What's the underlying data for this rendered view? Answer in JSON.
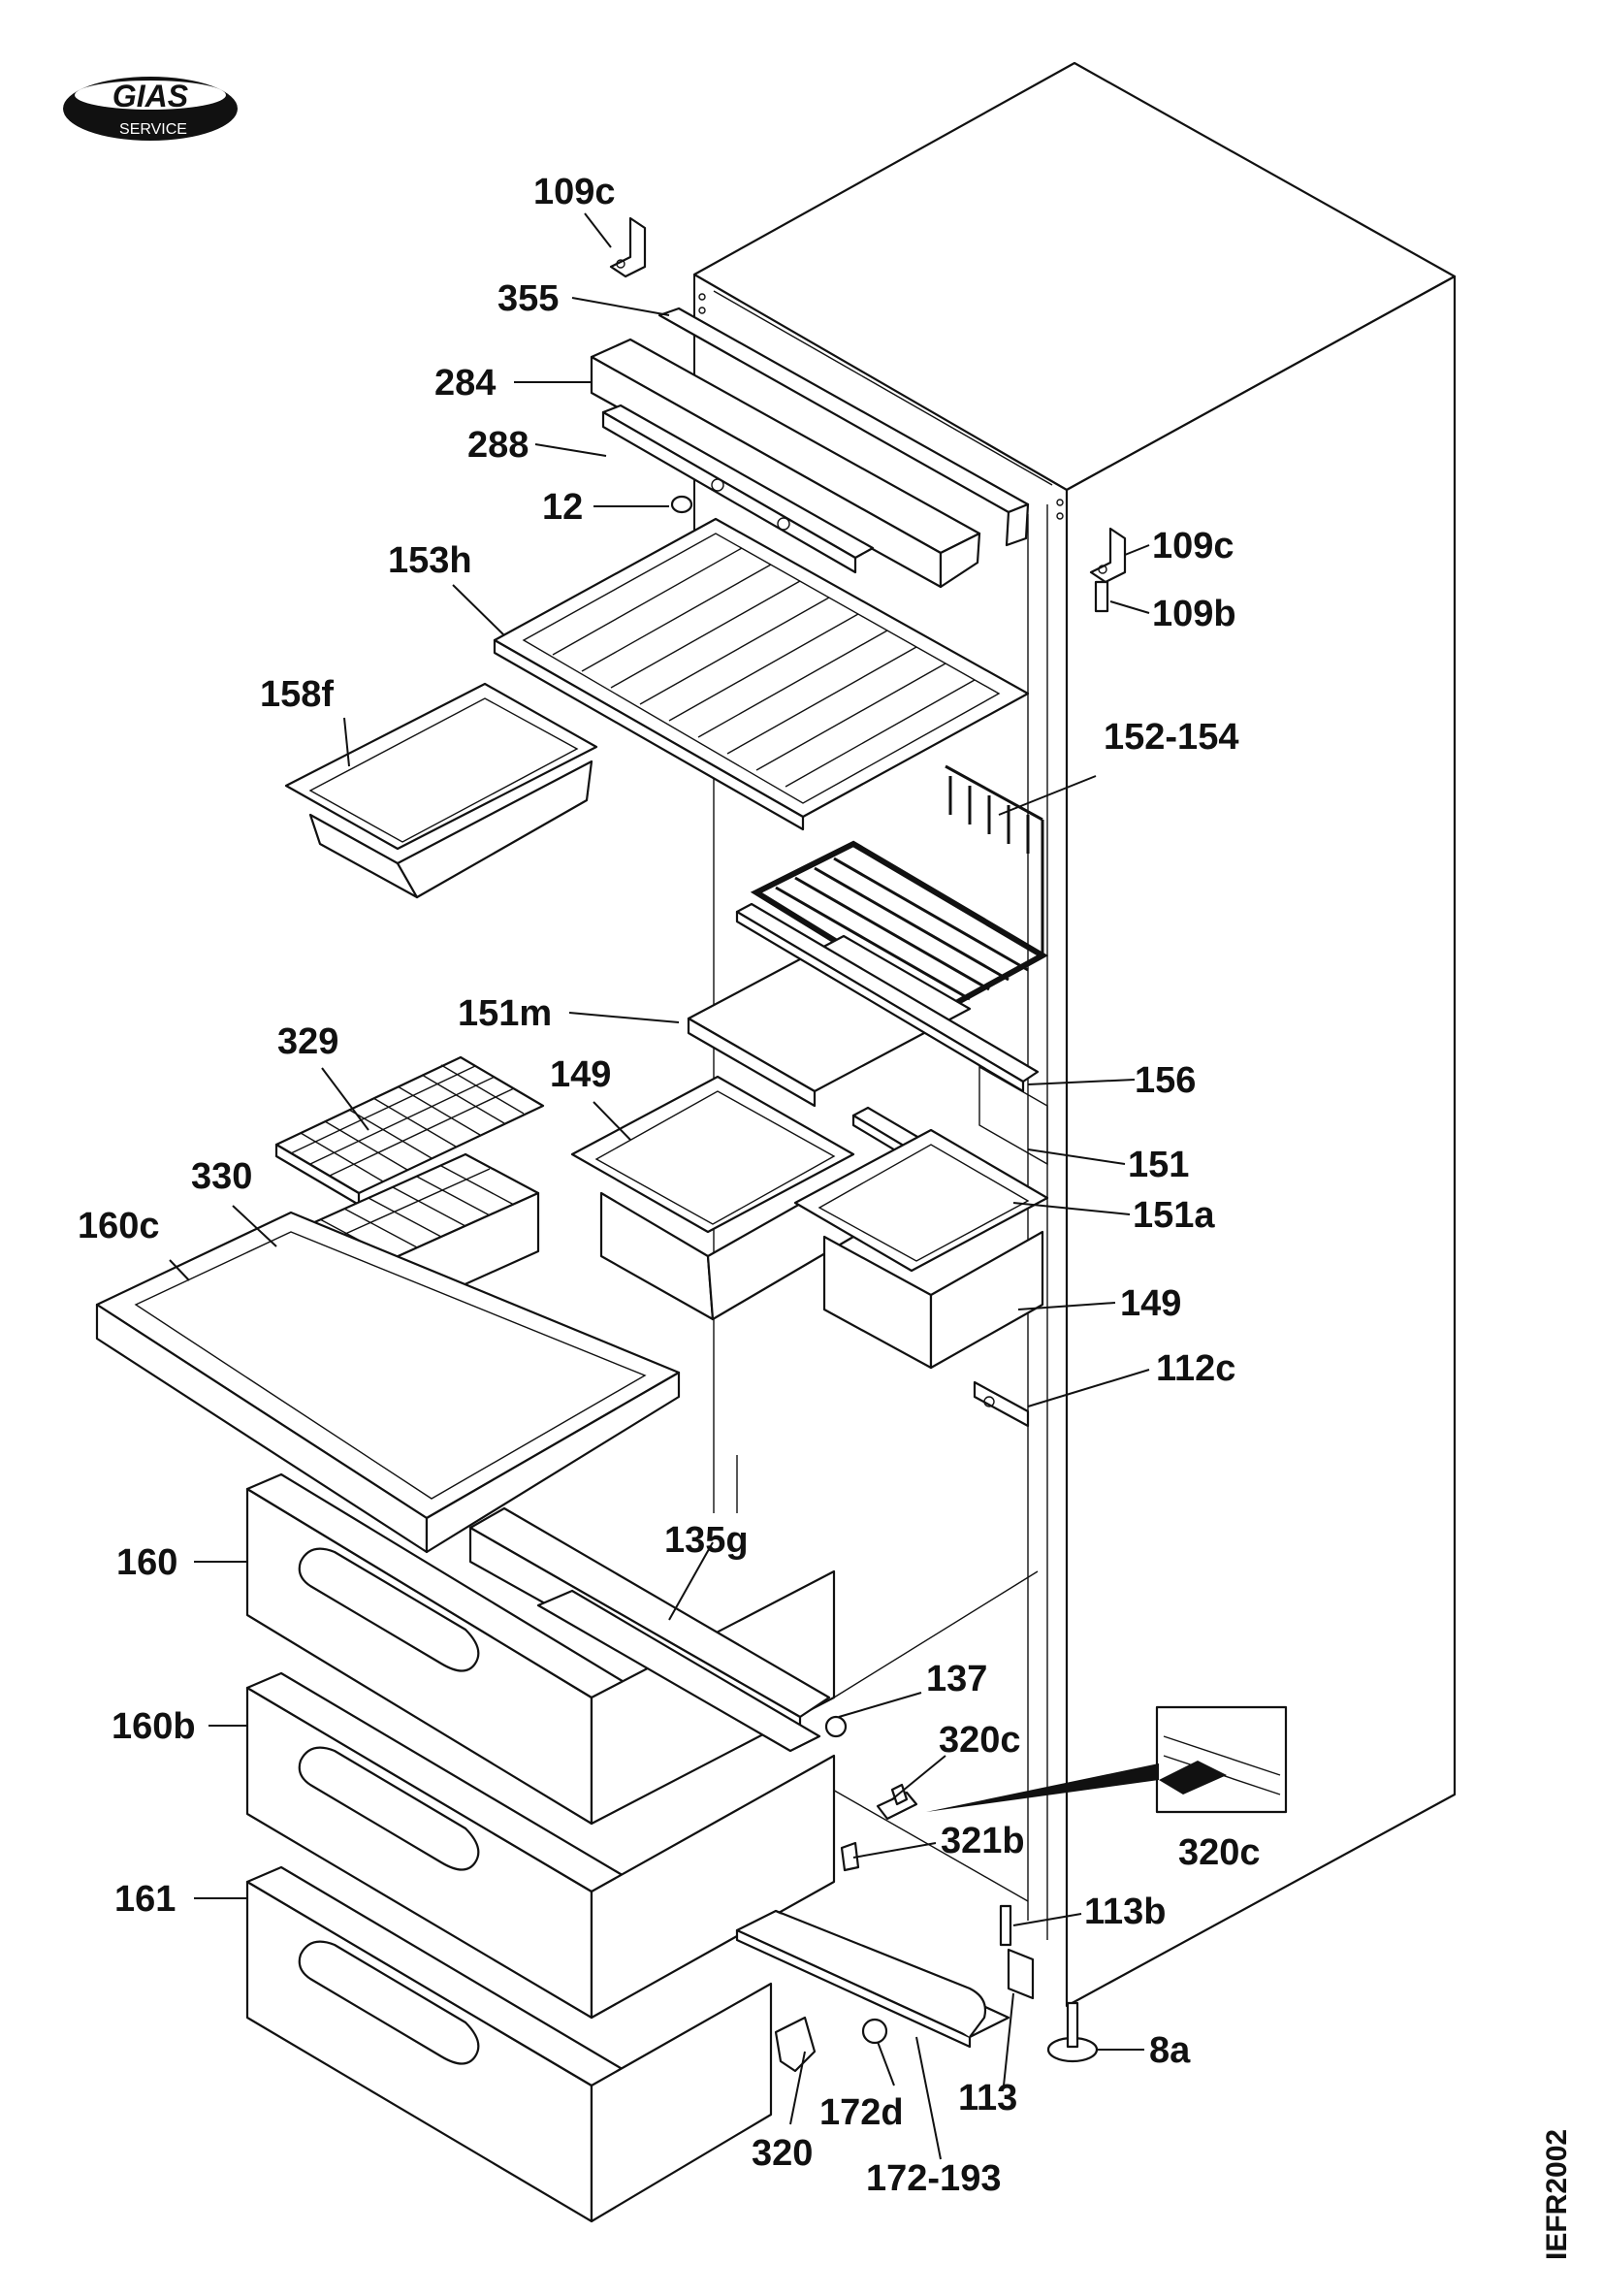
{
  "logo": {
    "brand": "GIAS",
    "sub": "SERVICE"
  },
  "code": "IEFR2002",
  "labels": [
    {
      "id": "109c_top",
      "text": "109c"
    },
    {
      "id": "355",
      "text": "355"
    },
    {
      "id": "284",
      "text": "284"
    },
    {
      "id": "288",
      "text": "288"
    },
    {
      "id": "12",
      "text": "12"
    },
    {
      "id": "153h",
      "text": "153h"
    },
    {
      "id": "109c_right",
      "text": "109c"
    },
    {
      "id": "109b",
      "text": "109b"
    },
    {
      "id": "158f",
      "text": "158f"
    },
    {
      "id": "152-154",
      "text": "152-154"
    },
    {
      "id": "151m",
      "text": "151m"
    },
    {
      "id": "329",
      "text": "329"
    },
    {
      "id": "149_left",
      "text": "149"
    },
    {
      "id": "156",
      "text": "156"
    },
    {
      "id": "330",
      "text": "330"
    },
    {
      "id": "151",
      "text": "151"
    },
    {
      "id": "160c",
      "text": "160c"
    },
    {
      "id": "151a",
      "text": "151a"
    },
    {
      "id": "149_right",
      "text": "149"
    },
    {
      "id": "112c",
      "text": "112c"
    },
    {
      "id": "160",
      "text": "160"
    },
    {
      "id": "135g",
      "text": "135g"
    },
    {
      "id": "137",
      "text": "137"
    },
    {
      "id": "160b",
      "text": "160b"
    },
    {
      "id": "320c_a",
      "text": "320c"
    },
    {
      "id": "321b",
      "text": "321b"
    },
    {
      "id": "320c_b",
      "text": "320c"
    },
    {
      "id": "161",
      "text": "161"
    },
    {
      "id": "113b",
      "text": "113b"
    },
    {
      "id": "8a",
      "text": "8a"
    },
    {
      "id": "113",
      "text": "113"
    },
    {
      "id": "172d",
      "text": "172d"
    },
    {
      "id": "320",
      "text": "320"
    },
    {
      "id": "172-193",
      "text": "172-193"
    }
  ]
}
